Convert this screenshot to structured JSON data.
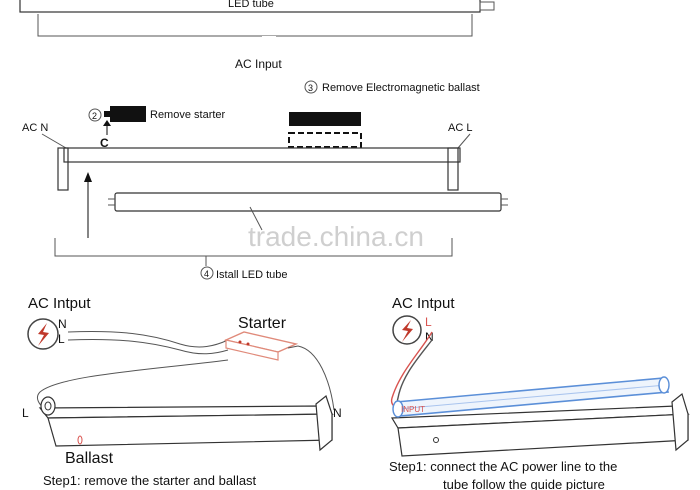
{
  "top": {
    "led_tube_label": "LED tube",
    "ac_input_label": "AC Input",
    "step2_num": "2",
    "step2_label": "Remove starter",
    "step3_num": "3",
    "step3_label": "Remove Electromagnetic ballast",
    "ac_n_label": "AC N",
    "ac_l_label": "AC L",
    "c_label": "C",
    "step4_num": "4",
    "step4_label": "Istall LED tube",
    "watermark": "trade.china.cn"
  },
  "left_panel": {
    "ac_input_label": "AC  Intput",
    "n_label": "N",
    "l_label": "L",
    "starter_label": "Starter",
    "l_end_label": "L",
    "n_end_label": "N",
    "ballast_label": "Ballast",
    "caption": "Step1: remove the starter and ballast"
  },
  "right_panel": {
    "ac_input_label": "AC  Intput",
    "l_label": "L",
    "n_label": "N",
    "input_label": "INPUT",
    "caption_line1": "Step1: connect the AC power line to the",
    "caption_line2": "tube follow  the guide picture"
  },
  "colors": {
    "wire_red": "#d9534f",
    "tube_blue": "#5b8fd8",
    "lightning_red": "#c0392b"
  }
}
